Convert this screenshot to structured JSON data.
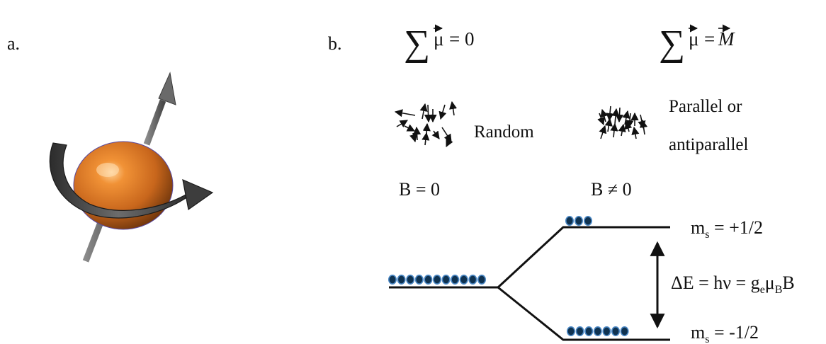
{
  "panel_a": {
    "label": "a.",
    "icon": "spinning-electron-icon",
    "colors": {
      "sphere": "#c8661c",
      "arrow": "#5f5f5f"
    }
  },
  "panel_b": {
    "label": "b.",
    "sum_zero_field": "= 0",
    "sum_with_field": "=",
    "magnetization_symbol": "M",
    "random_label": "Random",
    "aligned_label_line1": "Parallel or",
    "aligned_label_line2": "antiparallel",
    "b_zero": "B = 0",
    "b_nonzero": "B ≠ 0"
  },
  "energy_diagram": {
    "upper_state": {
      "symbol": "m",
      "subscript": "s",
      "value": " = +1/2",
      "population": 3
    },
    "lower_state": {
      "symbol": "m",
      "subscript": "s",
      "value": " = -1/2",
      "population": 7
    },
    "ground_population": 11,
    "gap": {
      "lhs": "ΔE = hν = g",
      "g_sub": "e",
      "mu": "μ",
      "mu_sub": "B",
      "end": "B"
    },
    "colors": {
      "dot_fill": "#0f3250",
      "dot_rim": "#4a87c4"
    }
  }
}
